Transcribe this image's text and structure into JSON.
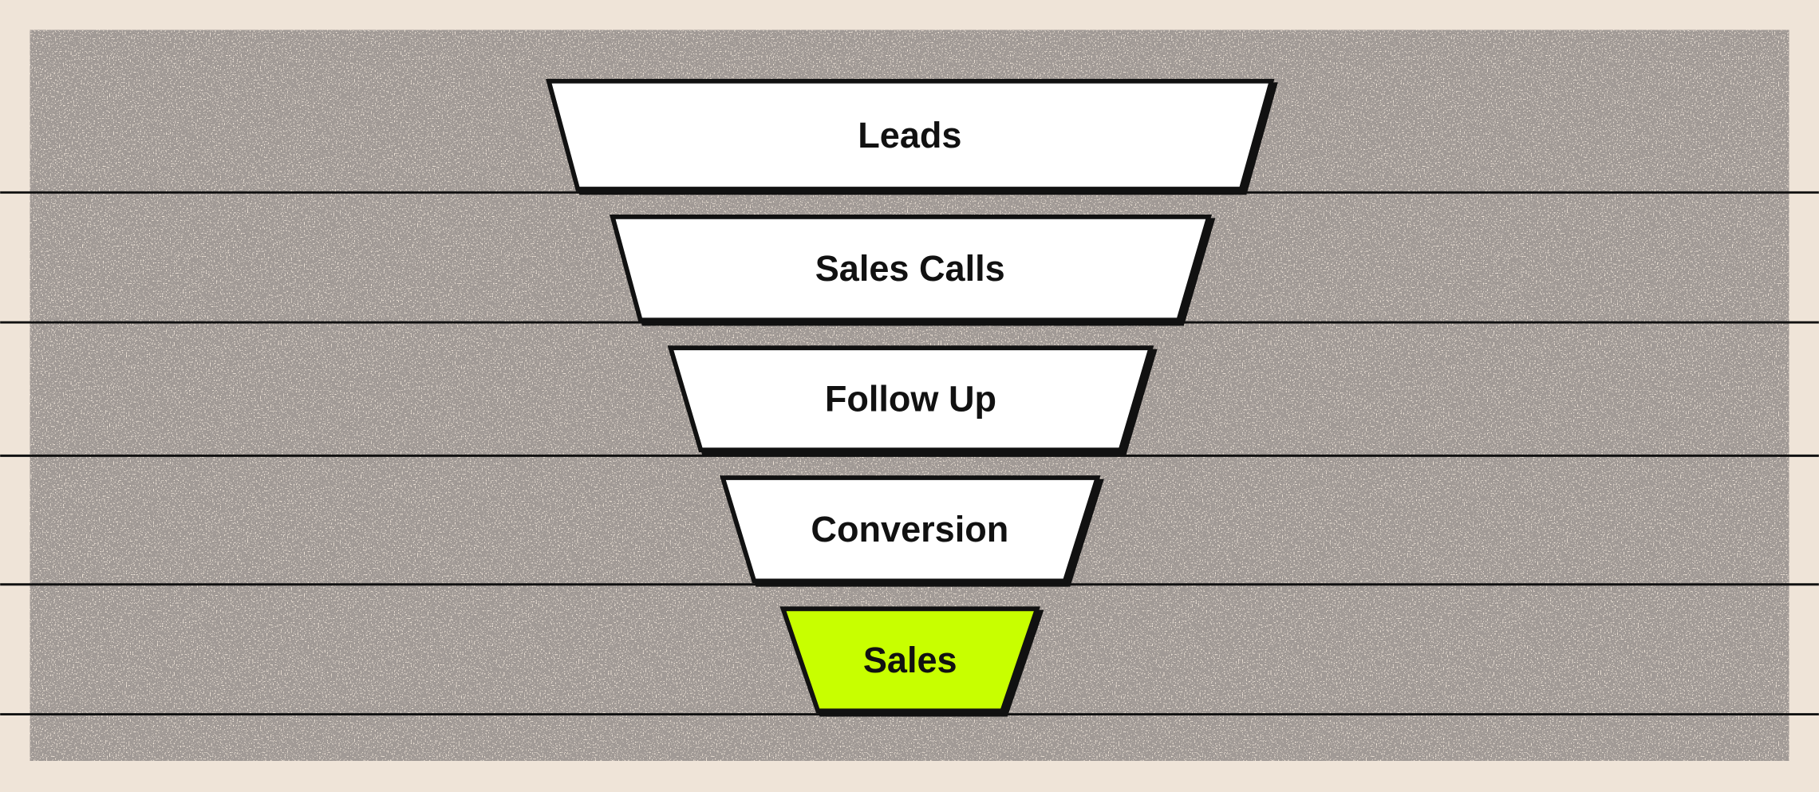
{
  "funnel": {
    "stages": [
      {
        "label": "Leads",
        "fill": "#ffffff"
      },
      {
        "label": "Sales Calls",
        "fill": "#ffffff"
      },
      {
        "label": "Follow Up",
        "fill": "#ffffff"
      },
      {
        "label": "Conversion",
        "fill": "#ffffff"
      },
      {
        "label": "Sales",
        "fill": "#c8ff00"
      }
    ],
    "colors": {
      "background": "#efe4d8",
      "outline": "#111111",
      "highlight": "#c8ff00"
    }
  }
}
